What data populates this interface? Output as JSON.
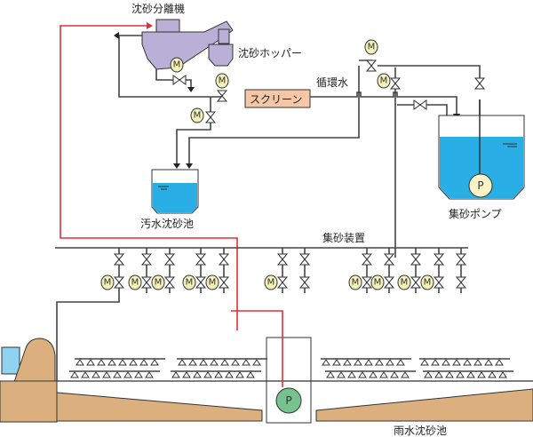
{
  "title": "沈砂池 集砂・揚砂設備 フロー図",
  "labels": {
    "separator": "沈砂分離機",
    "hopper": "沈砂ホッパー",
    "screen": "スクリーン",
    "recirc_water": "循環水",
    "sewage_grit_chamber": "汚水沈砂池",
    "grit_pump": "集砂ポンプ",
    "grit_collector": "集砂装置",
    "storm_grit_chamber": "雨水沈砂池"
  },
  "symbols": {
    "motor": "M",
    "pump": "P"
  },
  "colors": {
    "separator": "#b9b0d8",
    "screen": "#f6c7a6",
    "water": "#29aee6",
    "sand": "#dcb07e",
    "motor": "#f3f0b8",
    "pump_main": "#78c28f",
    "pipe_red": "#e0303a"
  }
}
